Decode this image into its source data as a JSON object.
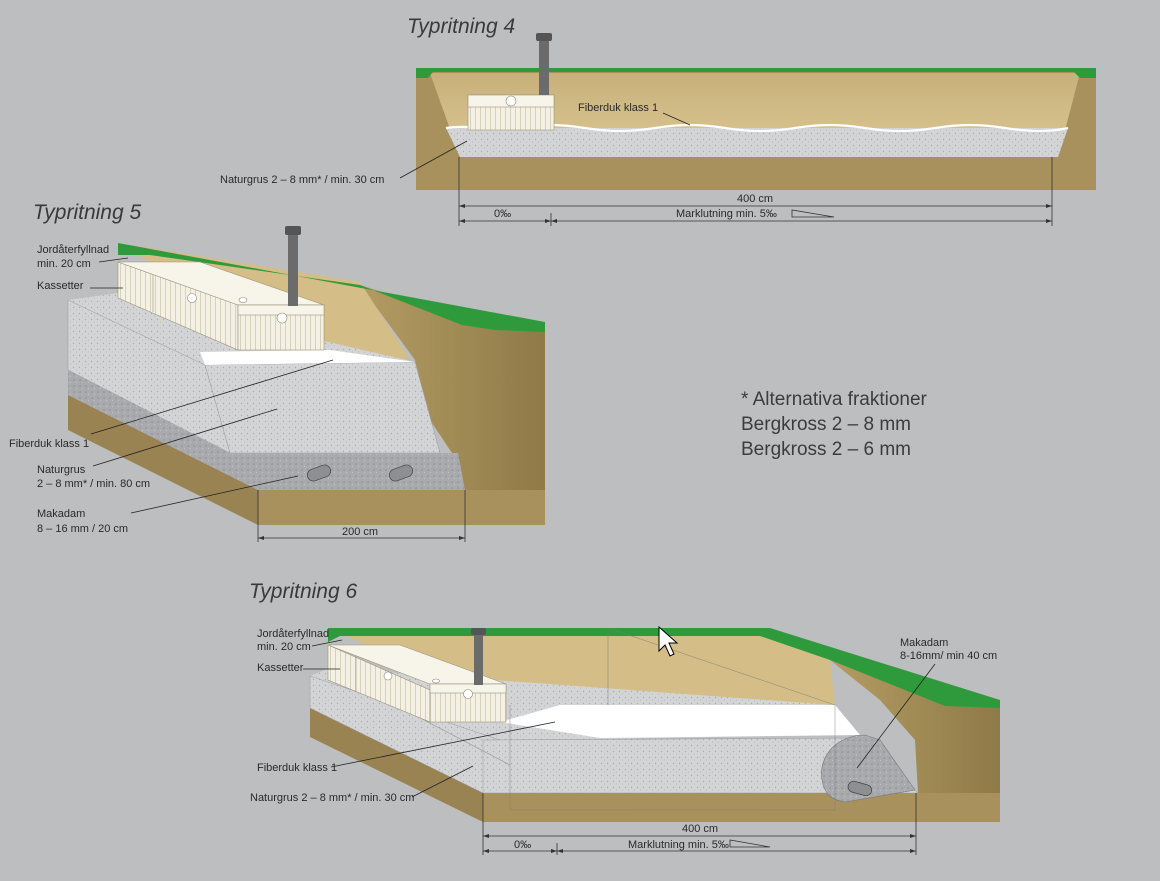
{
  "colors": {
    "background": "#bcbec0",
    "grass": "#2f9a3c",
    "soil": "#a8915c",
    "fill_sand": "#d4bd86",
    "gravel": "#d2d3d5",
    "fabric": "#ffffff",
    "cassette": "#f4f1e4",
    "pipe": "#6b6b6b"
  },
  "drawing4": {
    "title": "Typritning 4",
    "labels": {
      "fabric": "Fiberduk klass 1",
      "gravel": "Naturgrus 2 – 8 mm* / min. 30 cm"
    },
    "dims": {
      "width": "400 cm",
      "slope_zero": "0‰",
      "slope_ground": "Marklutning min. 5‰"
    }
  },
  "drawing5": {
    "title": "Typritning 5",
    "labels": {
      "backfill_line1": "Jordåterfyllnad",
      "backfill_line2": "min. 20 cm",
      "cassettes": "Kassetter",
      "fabric": "Fiberduk klass 1",
      "gravel_line1": "Naturgrus",
      "gravel_line2": "2 – 8 mm* / min. 80 cm",
      "macadam_line1": "Makadam",
      "macadam_line2": "8 – 16 mm / 20 cm"
    },
    "dims": {
      "width": "200 cm"
    }
  },
  "drawing6": {
    "title": "Typritning 6",
    "labels": {
      "backfill_line1": "Jordåterfyllnad",
      "backfill_line2": "min. 20 cm",
      "cassettes": "Kassetter",
      "fabric": "Fiberduk klass 1",
      "gravel": "Naturgrus 2 – 8 mm* / min. 30 cm",
      "macadam_line1": "Makadam",
      "macadam_line2": "8-16mm/ min 40 cm"
    },
    "dims": {
      "width": "400 cm",
      "slope_zero": "0‰",
      "slope_ground": "Marklutning min. 5‰"
    }
  },
  "notes": {
    "line1": "* Alternativa fraktioner",
    "line2": "Bergkross 2 – 8 mm",
    "line3": "Bergkross 2 – 6 mm"
  },
  "cursor": "arrow-cursor-icon"
}
